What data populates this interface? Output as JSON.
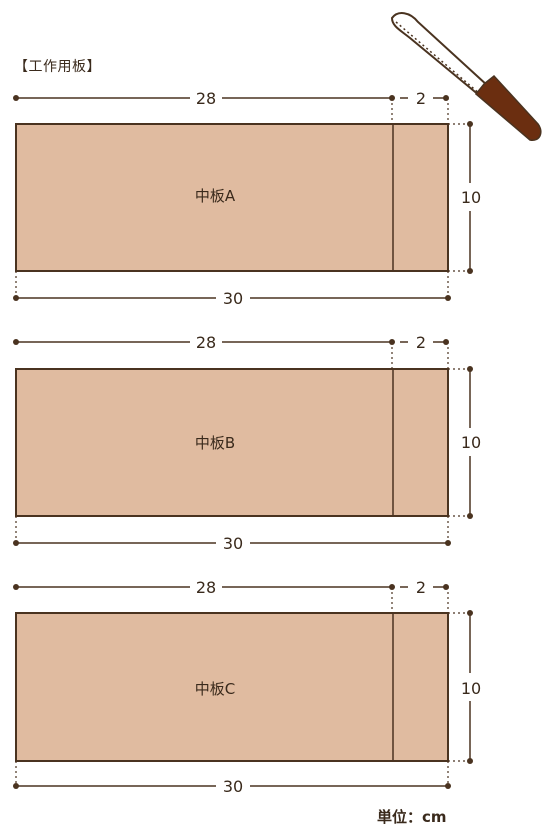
{
  "title": "【工作用板】",
  "unit_label": "単位：cm",
  "colors": {
    "board_fill": "#e0bba0",
    "outline": "#4a3320",
    "knife_handle": "#6b2e10",
    "knife_blade": "#ffffff"
  },
  "boards": [
    {
      "label": "中板A",
      "top_left": "28",
      "top_right": "2",
      "side": "10",
      "bottom": "30"
    },
    {
      "label": "中板B",
      "top_left": "28",
      "top_right": "2",
      "side": "10",
      "bottom": "30"
    },
    {
      "label": "中板C",
      "top_left": "28",
      "top_right": "2",
      "side": "10",
      "bottom": "30"
    }
  ]
}
